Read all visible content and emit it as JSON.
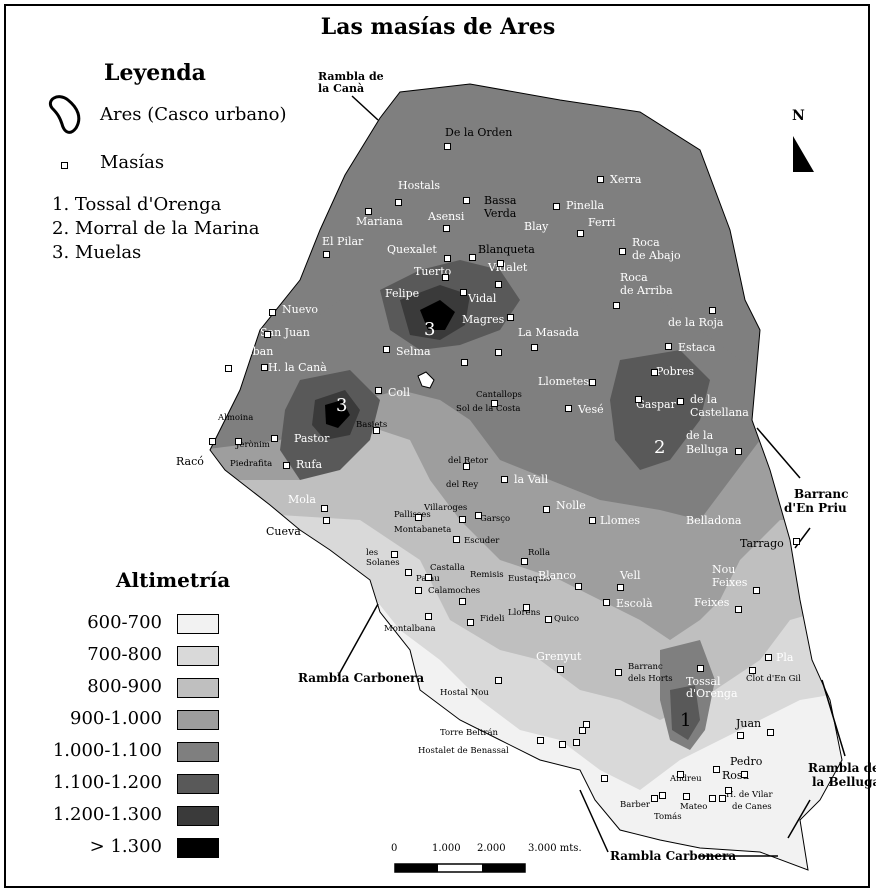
{
  "title": "Las masías de Ares",
  "legend": {
    "title": "Leyenda",
    "urban": "Ares (Casco urbano)",
    "masias": "Masías",
    "items": [
      "1. Tossal d'Orenga",
      "2. Morral de la Marina",
      "3. Muelas"
    ]
  },
  "altimetry": {
    "title": "Altimetría",
    "classes": [
      {
        "label": "600-700",
        "color": "#f2f2f2"
      },
      {
        "label": "700-800",
        "color": "#d9d9d9"
      },
      {
        "label": "800-900",
        "color": "#bfbfbf"
      },
      {
        "label": "900-1.000",
        "color": "#9e9e9e"
      },
      {
        "label": "1.000-1.100",
        "color": "#7f7f7f"
      },
      {
        "label": "1.100-1.200",
        "color": "#595959"
      },
      {
        "label": "1.200-1.300",
        "color": "#3a3a3a"
      },
      {
        "label": "> 1.300",
        "color": "#000000"
      }
    ]
  },
  "north": "N",
  "scale": {
    "ticks": [
      "0",
      "1.000",
      "2.000",
      "3.000 mts."
    ]
  },
  "features": {
    "rambla_cana": [
      "Rambla de",
      "la Canà"
    ],
    "barranc_priu": [
      "Barranc",
      "d'En Priu"
    ],
    "rambla_carbonera_left": "Rambla Carbonera",
    "rambla_carbonera_bottom": "Rambla Carbonera",
    "rambla_belluga": [
      "Rambla de",
      "la Belluga"
    ]
  },
  "numbers": {
    "one": "1",
    "two": "2",
    "three_a": "3",
    "three_b": "3"
  },
  "masias": [
    "De la Orden",
    "Xerra",
    "Hostals",
    "Bassa",
    "Verda",
    "Pinella",
    "Mariana",
    "Asensi",
    "Blay",
    "Ferri",
    "El Pilar",
    "Quexalet",
    "Blanqueta",
    "Roca",
    "de Abajo",
    "Tuerto",
    "Vidalet",
    "Felipe",
    "Roca",
    "de Arriba",
    "Vidal",
    "Nuevo",
    "Magres",
    "de la Roja",
    "San Juan",
    "Selma",
    "La Masada",
    "Estaca",
    "Esteban",
    "H. la Canà",
    "Llometes",
    "Pobres",
    "Coll",
    "Cantallops",
    "Gaspar",
    "de la",
    "Castellana",
    "Almoina",
    "Sol de la Costa",
    "Vesé",
    "Basiets",
    "Jerònim",
    "Pastor",
    "de la",
    "Belluga",
    "Racó",
    "Piedrafita",
    "Rufa",
    "del Retor",
    "del Rey",
    "la Vall",
    "Mola",
    "Pallisses",
    "Villaroges",
    "Nolle",
    "Belladona",
    "Garsço",
    "Llomes",
    "Cueva",
    "Montabaneta",
    "Escuder",
    "Tarrago",
    "les",
    "Solanes",
    "Rolla",
    "Castalla",
    "Palau",
    "Remisis",
    "Eustaquio",
    "Blanco",
    "Vell",
    "Nou",
    "Feixes",
    "Calamoches",
    "Escolà",
    "Feixes",
    "Llorens",
    "Fideli",
    "Quico",
    "Montalbana",
    "Grenyut",
    "Pla",
    "Barranc",
    "dels Horts",
    "Tossal",
    "d'Orenga",
    "Clot d'En Gil",
    "Hostal Nou",
    "Torre Beltrán",
    "Juan",
    "Hostalet de Benassal",
    "Pedro",
    "Andreu",
    "Rosa",
    "Barber",
    "Tomás",
    "Mateo",
    "H. de Vilar",
    "de Canes"
  ]
}
